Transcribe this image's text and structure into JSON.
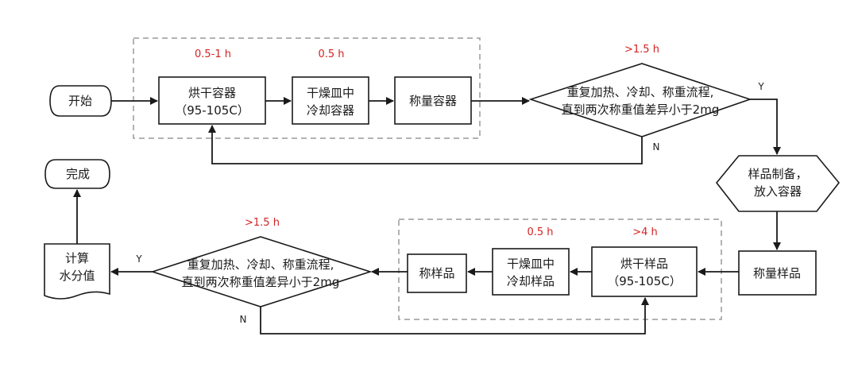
{
  "nodes": {
    "start": "开始",
    "dry_container": [
      "烘干容器",
      "（95-105C）"
    ],
    "cool_container": [
      "干燥皿中",
      "冷却容器"
    ],
    "weigh_container": "称量容器",
    "repeat_top": [
      "重复加热、冷却、称重流程,",
      "直到两次称重值差异小于2mg"
    ],
    "sample_prep": [
      "样品制备，",
      "放入容器"
    ],
    "weigh_sample": "称量样品",
    "dry_sample": [
      "烘干样品",
      "（95-105C）"
    ],
    "cool_sample": [
      "干燥皿中",
      "冷却样品"
    ],
    "weigh_sample2": "称样品",
    "repeat_bottom": [
      "重复加热、冷却、称重流程,",
      "直到两次称重值差异小于2mg"
    ],
    "calc": [
      "计算",
      "水分值"
    ],
    "done": "完成"
  },
  "times": {
    "dry_container": "0.5-1 h",
    "cool_container": "0.5 h",
    "repeat_top": ">1.5 h",
    "cool_sample": "0.5 h",
    "dry_sample": ">4 h",
    "repeat_bottom": ">1.5 h"
  },
  "labels": {
    "yes": "Y",
    "no": "N"
  },
  "colors": {
    "time_text": "#d42222",
    "outline": "#1a1a1a",
    "group_dash": "#9a9a9a"
  }
}
